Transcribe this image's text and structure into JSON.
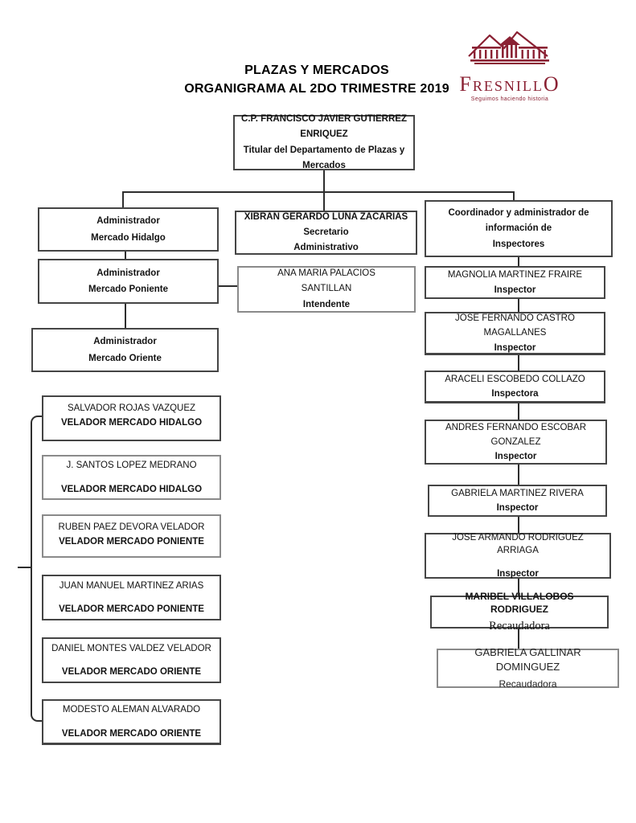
{
  "page": {
    "title_line1": "PLAZAS Y MERCADOS",
    "title_line2": "ORGANIGRAMA AL 2DO TRIMESTRE 2019"
  },
  "logo": {
    "brand_first": "F",
    "brand_middle": "RESNILL",
    "brand_last": "O",
    "tagline": "Seguimos haciendo historia",
    "brand_color": "#8a2133"
  },
  "org": {
    "director": {
      "name_lines": [
        "C.P. FRANCISCO JAVIER GUTIERREZ",
        "ENRIQUEZ"
      ],
      "role_lines": [
        "Titular del Departamento de Plazas y",
        "Mercados"
      ]
    },
    "admin_hidalgo": {
      "lines": [
        "Administrador",
        "Mercado Hidalgo"
      ]
    },
    "secretario": {
      "name": "XIBRAN GERARDO LUNA ZACARIAS",
      "role_lines": [
        "Secretario",
        "Administrativo"
      ]
    },
    "coordinador": {
      "lines": [
        "Coordinador y administrador de",
        "información de",
        "Inspectores"
      ]
    },
    "admin_poniente": {
      "lines": [
        "Administrador",
        "Mercado Poniente"
      ]
    },
    "intendente": {
      "name_lines": [
        "ANA MARIA PALACIOS",
        "SANTILLAN"
      ],
      "role": "Intendente"
    },
    "admin_oriente": {
      "lines": [
        "Administrador",
        "Mercado Oriente"
      ]
    },
    "veladores": [
      {
        "name": "SALVADOR ROJAS VAZQUEZ",
        "role": "VELADOR MERCADO HIDALGO"
      },
      {
        "name": "J. SANTOS LOPEZ MEDRANO",
        "role": "VELADOR MERCADO HIDALGO"
      },
      {
        "name": "RUBEN PAEZ DEVORA VELADOR",
        "role": "VELADOR MERCADO PONIENTE"
      },
      {
        "name": "JUAN MANUEL MARTINEZ ARIAS",
        "role": "VELADOR MERCADO PONIENTE"
      },
      {
        "name": "DANIEL MONTES VALDEZ VELADOR",
        "role": "VELADOR MERCADO ORIENTE"
      },
      {
        "name": "MODESTO ALEMAN ALVARADO",
        "role": "VELADOR MERCADO ORIENTE"
      }
    ],
    "inspectores": [
      {
        "name": "MAGNOLIA MARTINEZ FRAIRE",
        "role": "Inspector"
      },
      {
        "name_lines": [
          "JOSE FERNANDO CASTRO",
          "MAGALLANES"
        ],
        "role": "Inspector"
      },
      {
        "name": "ARACELI ESCOBEDO COLLAZO",
        "role": "Inspectora"
      },
      {
        "name_lines": [
          "ANDRES FERNANDO ESCOBAR",
          "GONZALEZ"
        ],
        "role": "Inspector"
      },
      {
        "name": "GABRIELA MARTINEZ RIVERA",
        "role": "Inspector"
      },
      {
        "name": "JOSE ARMANDO RODRIGUEZ ARRIAGA",
        "role": "Inspector"
      },
      {
        "name": "MARIBEL VILLALOBOS RODRIGUEZ",
        "role": "Recaudadora"
      },
      {
        "name": "GABRIELA GALLINAR DOMINGUEZ",
        "role": "Recaudadora"
      }
    ]
  }
}
